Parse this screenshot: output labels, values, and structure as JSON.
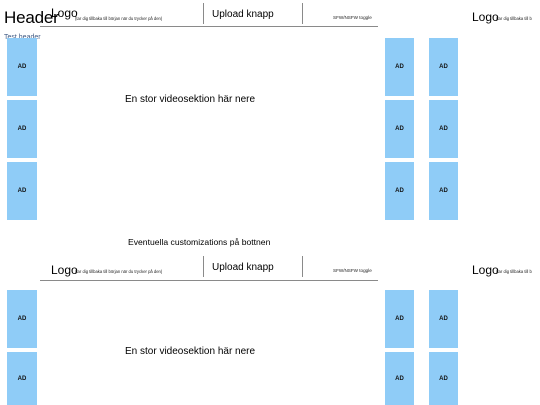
{
  "header": {
    "title": "Header",
    "logo": "Logo",
    "logo_sub": "(tar dig tillbaka till början när du trycker på den)",
    "upload": "Upload knapp",
    "toggle": "SFW/NSFW toggle",
    "right_logo": "Logo",
    "right_logo_sub": "(tar dig tillbaka till b"
  },
  "test_header": "Test header",
  "ad_label": "AD",
  "video_section": "En stor videosektion här nere",
  "customizations": "Eventuella customizations på bottnen",
  "header2": {
    "logo": "Logo",
    "logo_sub": "(tar dig tillbaka till början när du trycker på den)",
    "upload": "Upload knapp",
    "toggle": "SFW/NSFW toggle",
    "right_logo": "Logo",
    "right_logo_sub": "(tar dig tillbaka till b"
  },
  "colors": {
    "ad_fill": "#8fccf7",
    "test_header_text": "#3f5a84"
  }
}
